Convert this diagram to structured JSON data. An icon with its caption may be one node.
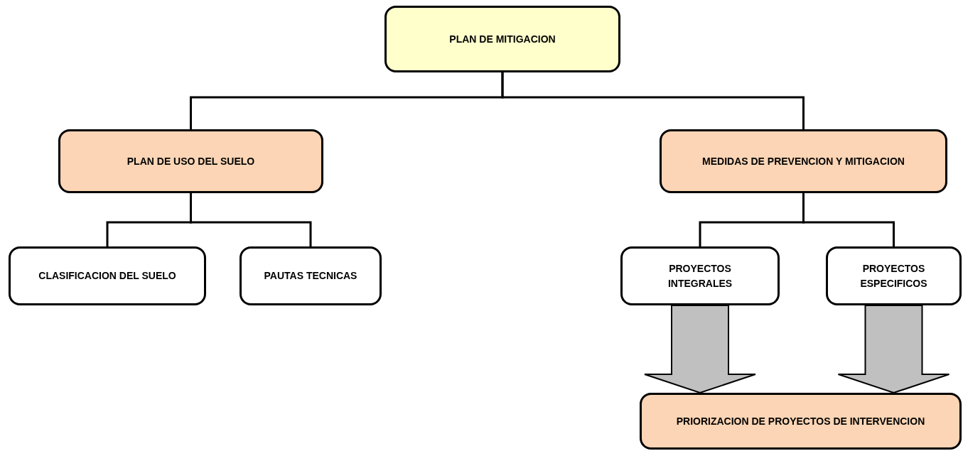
{
  "diagram": {
    "nodes": [
      {
        "text": [
          "PLAN DE MITIGACION"
        ]
      },
      {
        "text": [
          "PLAN DE USO DEL SUELO"
        ]
      },
      {
        "text": [
          "MEDIDAS DE PREVENCION Y MITIGACION"
        ]
      },
      {
        "text": [
          "CLASIFICACION DEL SUELO"
        ]
      },
      {
        "text": [
          "PAUTAS TECNICAS"
        ]
      },
      {
        "text": [
          "PROYECTOS INTEGRALES"
        ]
      },
      {
        "text": [
          "PROYECTOS ESPECIFICOS"
        ]
      },
      {
        "text": [
          "PRIORIZACION DE PROYECTOS DE INTERVENCION"
        ]
      }
    ],
    "edges": [
      {
        "from": 0,
        "to": 1,
        "arrow": "none"
      },
      {
        "from": 0,
        "to": 2,
        "arrow": "none"
      },
      {
        "from": 1,
        "to": 3,
        "arrow": "none"
      },
      {
        "from": 1,
        "to": 4,
        "arrow": "none"
      },
      {
        "from": 2,
        "to": 5,
        "arrow": "none"
      },
      {
        "from": 2,
        "to": 6,
        "arrow": "none"
      },
      {
        "from": 5,
        "to": 7,
        "arrow": "to",
        "style": "thick",
        "color": "#c0c0c0"
      },
      {
        "from": 6,
        "to": 7,
        "arrow": "to",
        "style": "thick",
        "color": "#c0c0c0"
      }
    ]
  }
}
